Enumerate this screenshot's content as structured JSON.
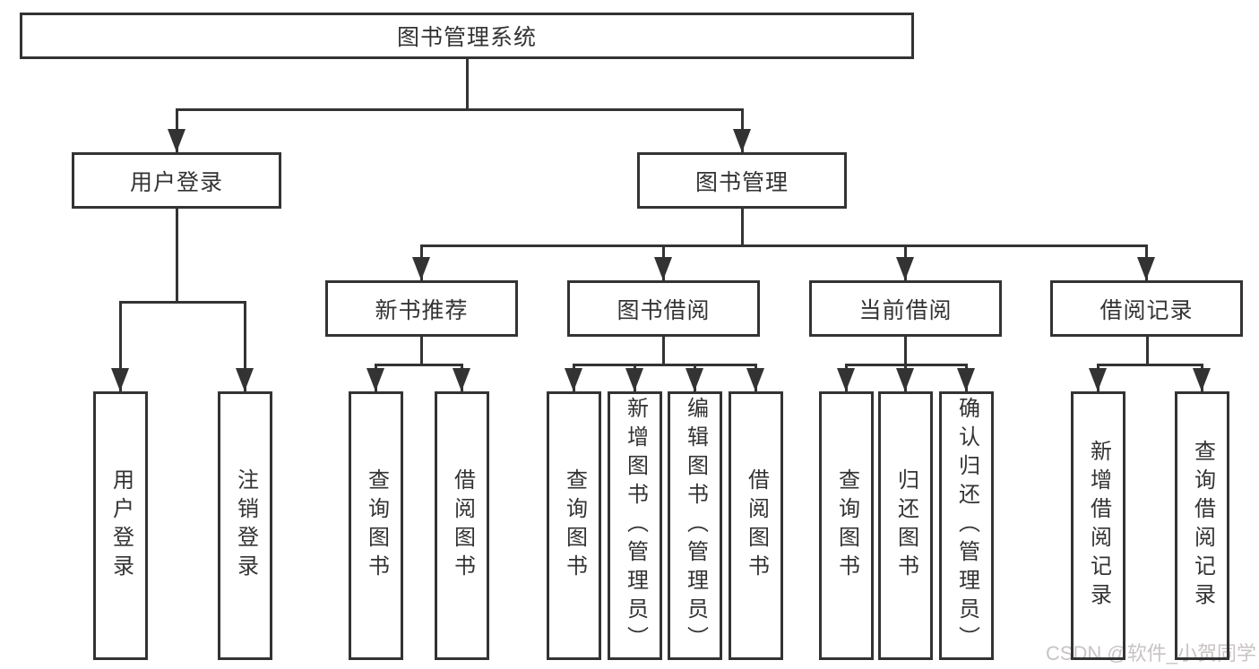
{
  "nodes": {
    "root": "图书管理系统",
    "l2": [
      "用户登录",
      "图书管理"
    ],
    "l3": [
      "新书推荐",
      "图书借阅",
      "当前借阅",
      "借阅记录"
    ],
    "leaves_user_login": [
      "用户登录",
      "注销登录"
    ],
    "leaves_new_book": [
      "查询图书",
      "借阅图书"
    ],
    "leaves_book_borrow": [
      "查询图书",
      "新增图书（管理员）",
      "编辑图书（管理员）",
      "借阅图书"
    ],
    "leaves_current_borrow": [
      "查询图书",
      "归还图书",
      "确认归还（管理员）"
    ],
    "leaves_borrow_records": [
      "新增借阅记录",
      "查询借阅记录"
    ]
  },
  "watermark": "CSDN @软件_小贺同学",
  "colors": {
    "line": "#333333",
    "text": "#333333",
    "watermark": "#c9c3c3",
    "bg": "#ffffff"
  }
}
